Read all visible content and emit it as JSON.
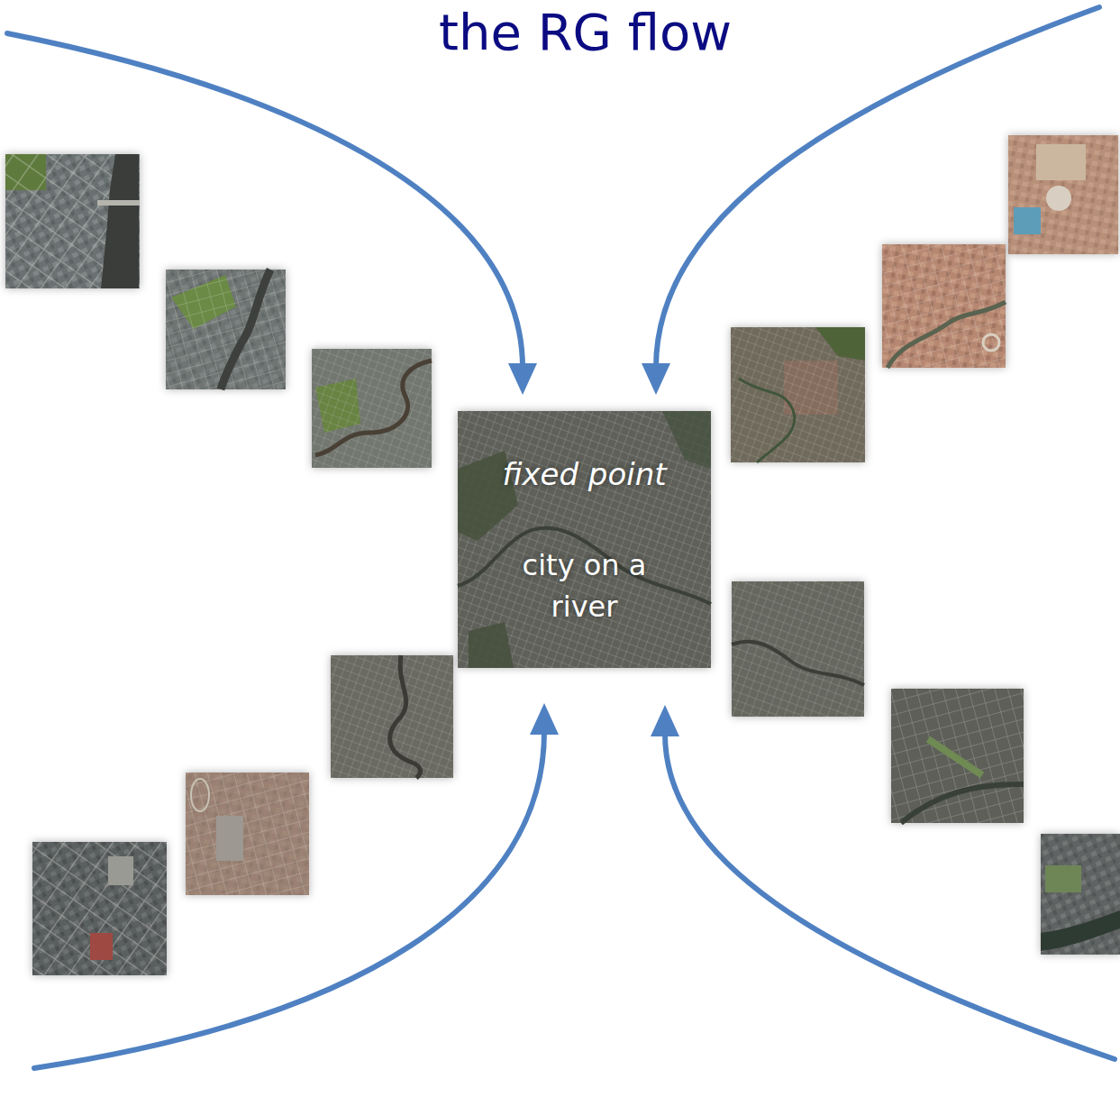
{
  "diagram": {
    "title": "the RG flow",
    "nodes": [
      {
        "text": [
          "fixed point",
          "city on a river"
        ]
      }
    ]
  }
}
